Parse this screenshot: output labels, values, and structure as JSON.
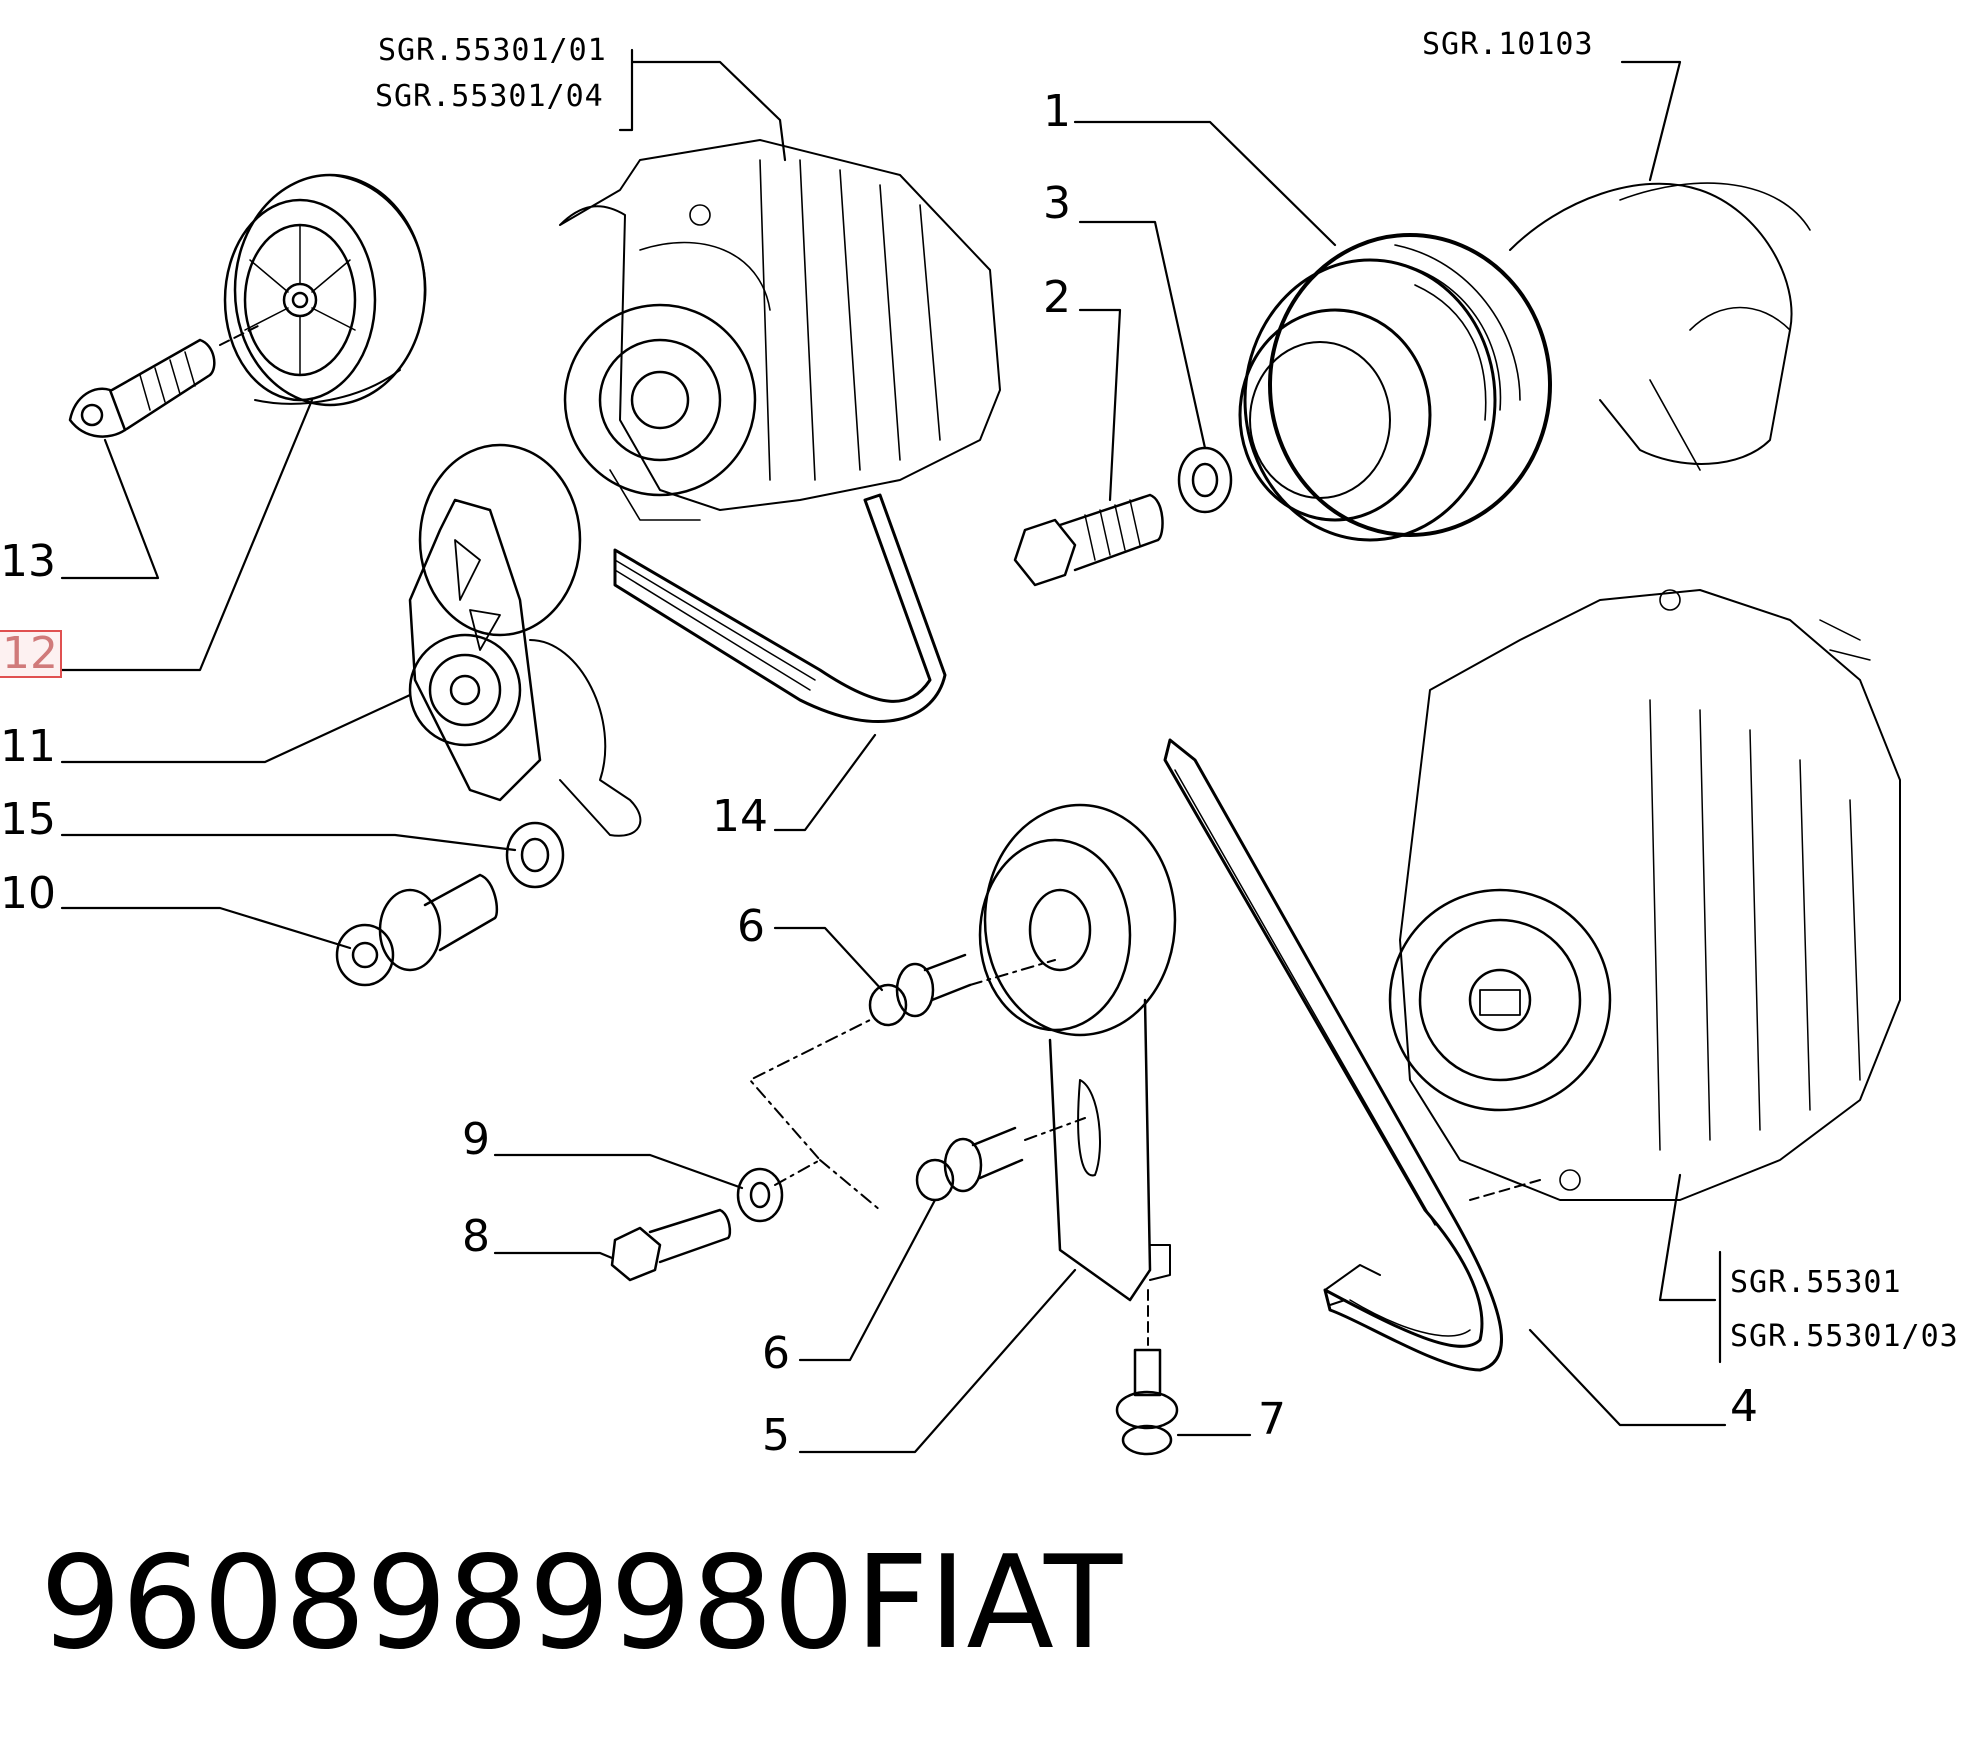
{
  "callouts": {
    "c1": "1",
    "c2": "2",
    "c3": "3",
    "c4": "4",
    "c5": "5",
    "c6a": "6",
    "c6b": "6",
    "c7": "7",
    "c8": "8",
    "c9": "9",
    "c10": "10",
    "c11": "11",
    "c12": "12",
    "c13": "13",
    "c14": "14",
    "c15": "15"
  },
  "references": {
    "alt_top_1": "SGR.55301/01",
    "alt_top_2": "SGR.55301/04",
    "crank": "SGR.10103",
    "alt_right_1": "SGR.55301",
    "alt_right_2": "SGR.55301/03"
  },
  "footer": {
    "part_number": "9608989980",
    "brand": "FIAT"
  },
  "highlight_color": "#e05050"
}
